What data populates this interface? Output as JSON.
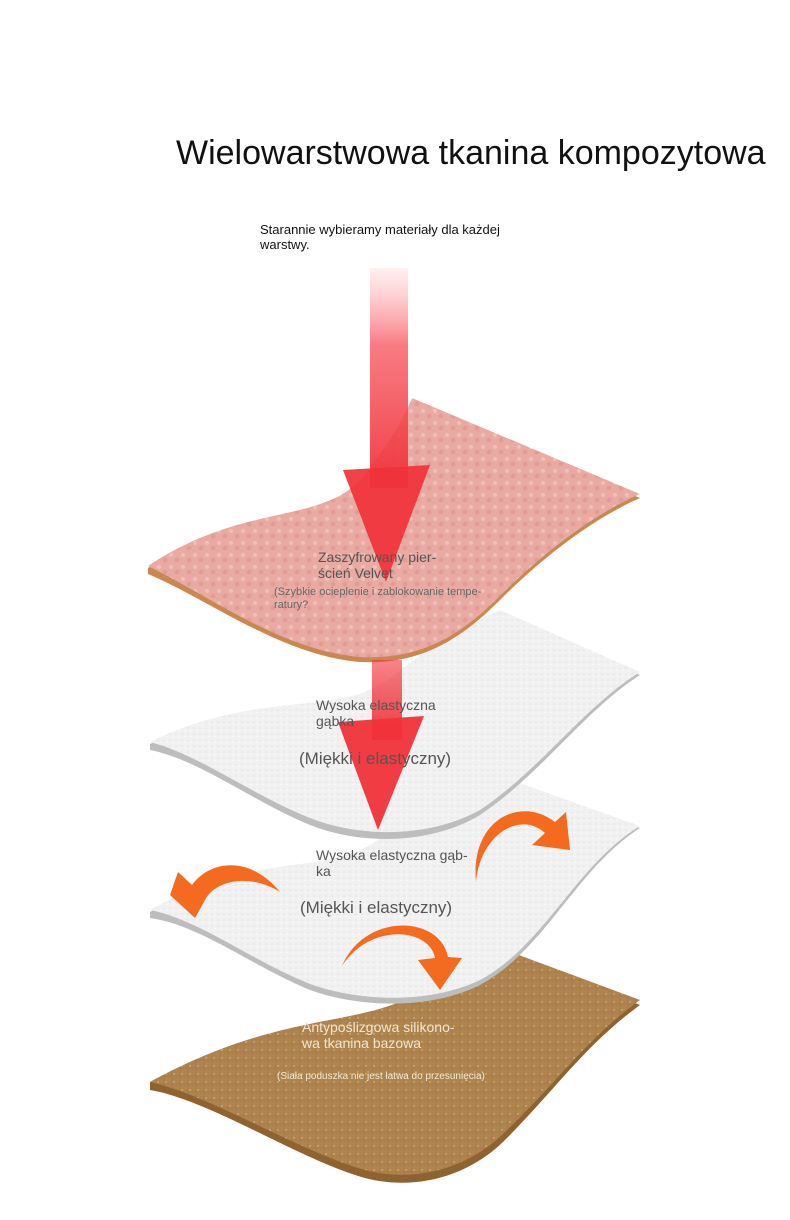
{
  "title": "Wielowarstwowa tkanina kompozytowa",
  "subtitle": "Starannie wybieramy materiały dla każdej warstwy.",
  "layers": [
    {
      "name": "Zaszyfrowany pier-ścień Velvet",
      "note": "(Szybkie ocieplenie i zablokowanie tempe-ratury?",
      "color": "#e8aaa3"
    },
    {
      "name": "Wysoka elastyczna gąbka",
      "note": "(Miękki i elastyczny)",
      "color": "#f2f2f2"
    },
    {
      "name": "Wysoka elastyczna gąb-ka",
      "note": "(Miękki i elastyczny)",
      "color": "#f2f2f2"
    },
    {
      "name": "Antypoślizgowa silikono-wa tkanina bazowa",
      "note": "(Siała poduszka nie jest łatwa do przesunięcia)",
      "color": "#b0844e"
    }
  ],
  "colors": {
    "arrow_red": "#f0323a",
    "arrow_orange": "#f46a1e"
  },
  "icons": [
    "heat-arrow-icon",
    "curved-arrow-icon"
  ]
}
